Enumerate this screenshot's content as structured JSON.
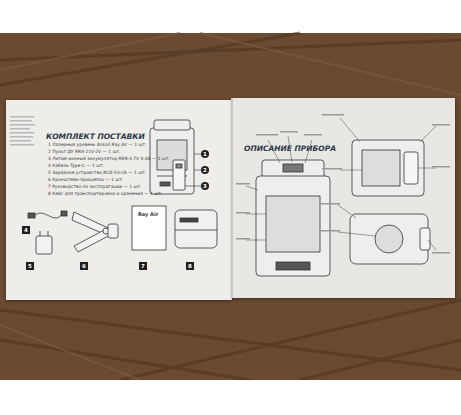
{
  "diagram": {
    "nodes": [
      {
        "text": [
          "КОМПЛЕКТ ПОСТАВКИ"
        ]
      },
      {
        "text": [
          "ОПИСАНИЕ ПРИБОРА"
        ]
      }
    ],
    "labels": [
      "1 Лазерный уровень Ankoll Ray Air — 1 шт.",
      "2 Пульт ДУ RRX-21V-2V — 1 шт.",
      "3 Литий-ионный аккумулятор RBR-3,7V 4,4A — 1 шт.",
      "4 Кабель Type-C — 1 шт.",
      "5 Зарядное устройство RCB-5V-2A — 1 шт.",
      "6 Кронштейн-прищепка — 1 шт.",
      "7 Руководство по эксплуатации — 1 шт.",
      "8 Кейс для транспортировки и хранения — 1 шт.",
      "1",
      "2",
      "3",
      "4",
      "5",
      "6",
      "7",
      "8",
      "Ray Air"
    ]
  }
}
